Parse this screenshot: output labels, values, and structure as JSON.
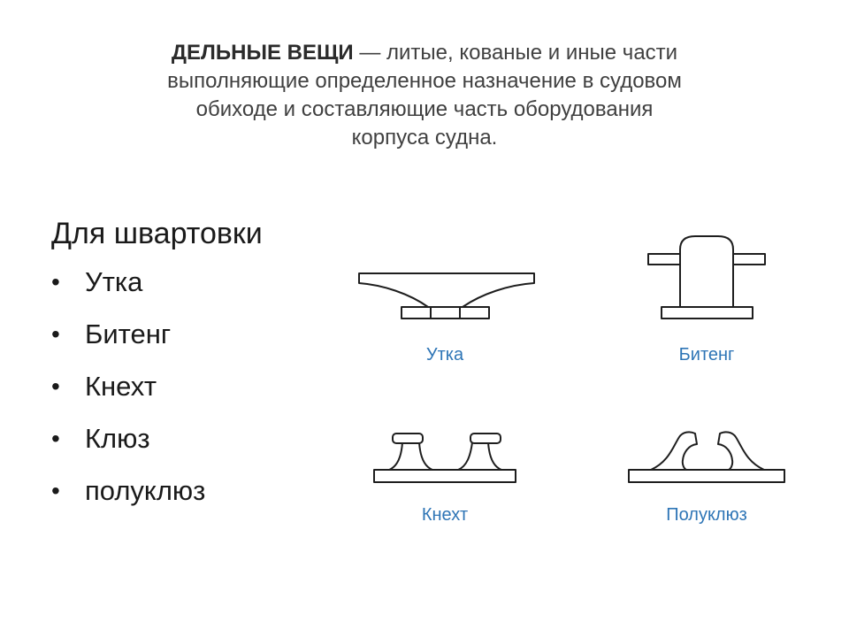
{
  "definition": {
    "term": "ДЕЛЬНЫЕ ВЕЩИ",
    "line1_rest": " — литые, кованые и иные части",
    "line2": "выполняющие определенное назначение в судовом",
    "line3": "обиходе и составляющие часть оборудования",
    "line4": "корпуса судна."
  },
  "section_heading": "Для швартовки",
  "bullet_glyph": "•",
  "items": [
    "Утка",
    "Битенг",
    "Кнехт",
    "Клюз",
    "полуклюз"
  ],
  "figures": {
    "utka": "Утка",
    "bitteng": "Битенг",
    "knecht": "Кнехт",
    "poluklyuz": "Полуклюз"
  },
  "colors": {
    "caption": "#2e75b6",
    "text": "#1a1a1a",
    "line": "#1e1e1e"
  }
}
